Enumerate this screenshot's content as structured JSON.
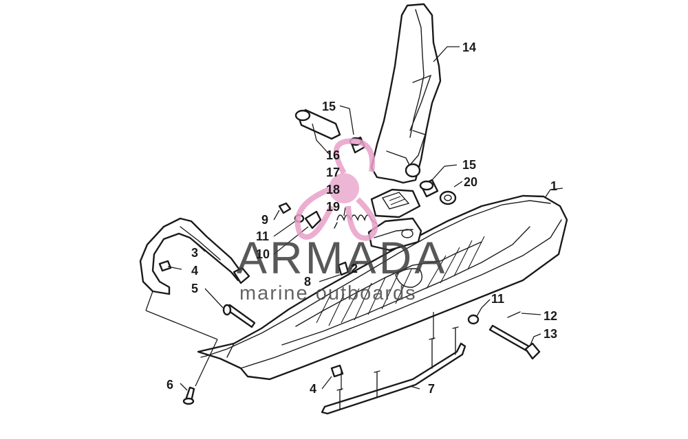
{
  "callouts": [
    {
      "id": "c1",
      "label": "1"
    },
    {
      "id": "c2",
      "label": "2"
    },
    {
      "id": "c3",
      "label": "3"
    },
    {
      "id": "c4a",
      "label": "4"
    },
    {
      "id": "c4b",
      "label": "4"
    },
    {
      "id": "c5",
      "label": "5"
    },
    {
      "id": "c6",
      "label": "6"
    },
    {
      "id": "c7",
      "label": "7"
    },
    {
      "id": "c8",
      "label": "8"
    },
    {
      "id": "c9",
      "label": "9"
    },
    {
      "id": "c10",
      "label": "10"
    },
    {
      "id": "c11a",
      "label": "11"
    },
    {
      "id": "c11b",
      "label": "11"
    },
    {
      "id": "c12",
      "label": "12"
    },
    {
      "id": "c13",
      "label": "13"
    },
    {
      "id": "c14",
      "label": "14"
    },
    {
      "id": "c15a",
      "label": "15"
    },
    {
      "id": "c15b",
      "label": "15"
    },
    {
      "id": "c16",
      "label": "16"
    },
    {
      "id": "c17",
      "label": "17"
    },
    {
      "id": "c18",
      "label": "18"
    },
    {
      "id": "c19",
      "label": "19"
    },
    {
      "id": "c20",
      "label": "20"
    }
  ],
  "watermark": {
    "brand": "ARMADA",
    "tagline": "marine outboards",
    "logo_color": "#e8a0c8"
  }
}
